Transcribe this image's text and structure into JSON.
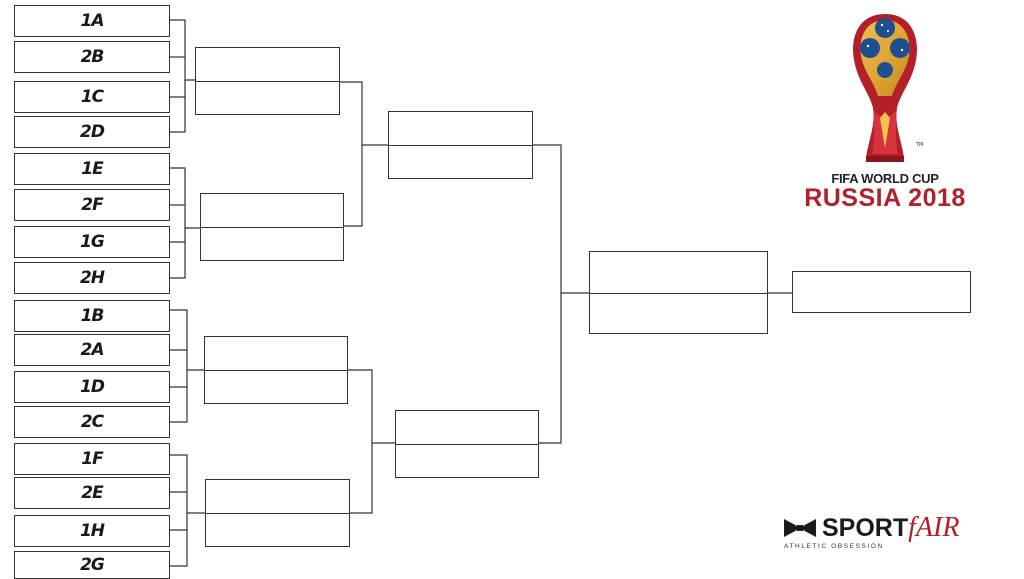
{
  "bracket": {
    "round_of_16": [
      "1A",
      "2B",
      "1C",
      "2D",
      "1E",
      "2F",
      "1G",
      "2H",
      "1B",
      "2A",
      "1D",
      "2C",
      "1F",
      "2E",
      "1H",
      "2G"
    ]
  },
  "logo": {
    "title_line1": "FIFA WORLD CUP",
    "title_line2": "RUSSIA 2018",
    "tm": "TM"
  },
  "sponsor": {
    "brand_main": "SPORT",
    "brand_accent": "fAIR",
    "tagline": "ATHLETIC OBSESSION"
  },
  "colors": {
    "line": "#333333",
    "logo_red": "#b3202a",
    "logo_blue": "#1f4f8f",
    "logo_gold": "#d9a033"
  }
}
